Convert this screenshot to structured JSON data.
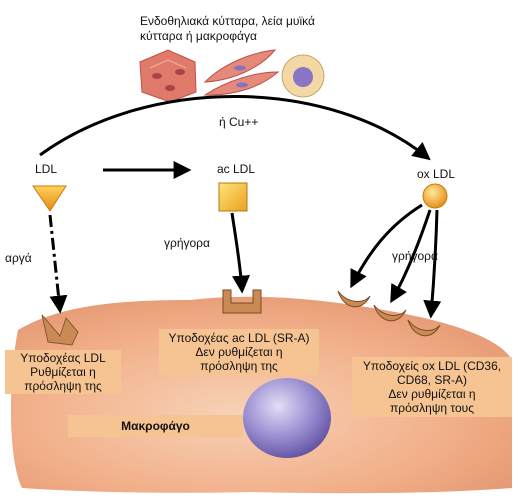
{
  "header": {
    "line1": "Ενδοθηλιακά κύτταρα, λεία μυϊκά",
    "line2": "κύτταρα ή μακροφάγα"
  },
  "labels": {
    "cu": "ή Cu++",
    "ldl": "LDL",
    "ac_ldl": "ac LDL",
    "ox_ldl": "ox LDL",
    "slow": "αργά",
    "fast_left": "γρήγορα",
    "fast_right": "γρήγορα"
  },
  "boxes": {
    "ldl_receptor": [
      "Υποδοχέας LDL",
      "Ρυθμίζεται η",
      "πρόσληψη της"
    ],
    "ac_receptor": [
      "Υποδοχέας ac LDL (SR-A)",
      "Δεν ρυθμίζεται η",
      "πρόσληψη της"
    ],
    "ox_receptor": [
      "Υποδοχείς ox LDL (CD36,",
      "CD68, SR-A)",
      "Δεν ρυθμίζεται η",
      "πρόσληψη τους"
    ],
    "macrophage": "Μακροφάγο"
  },
  "colors": {
    "cell_body": "#f2b08a",
    "nucleus": "#8f82c8",
    "receptor": "#c98a55",
    "ldl_triangle": "#f3a21e",
    "ac_square": "#f7c33c",
    "ox_circle": "#f5a21e",
    "box_fill": "#f6c392"
  }
}
